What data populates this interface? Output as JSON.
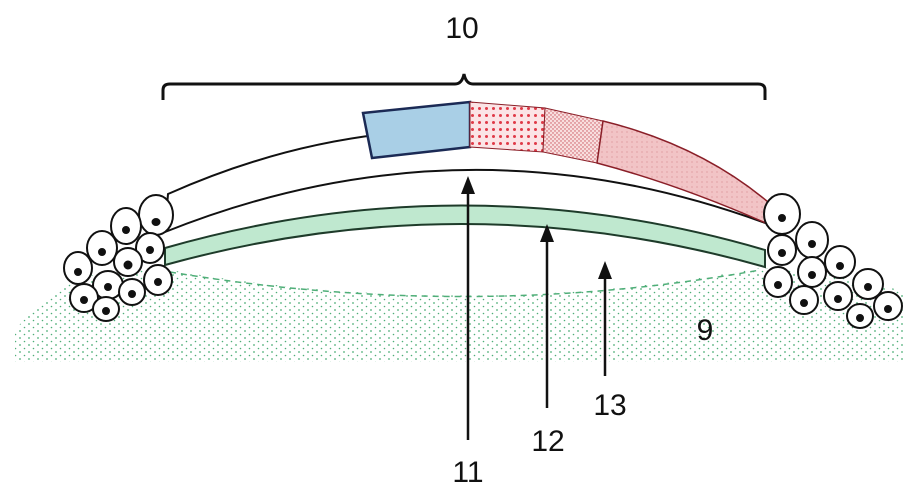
{
  "labels": {
    "bracket": "10",
    "stroma": "9",
    "arrow_a": "11",
    "arrow_b": "12",
    "arrow_c": "13"
  },
  "colors": {
    "blue_segment": "#a9cfe6",
    "red_dotted_segment": "#e03a48",
    "red_fine_segment": "#d2626a",
    "pink_segment": "#f2c4c6",
    "green_band": "#bfe8cf",
    "stroma_dots": "#4fae78",
    "outline": "#111111"
  }
}
